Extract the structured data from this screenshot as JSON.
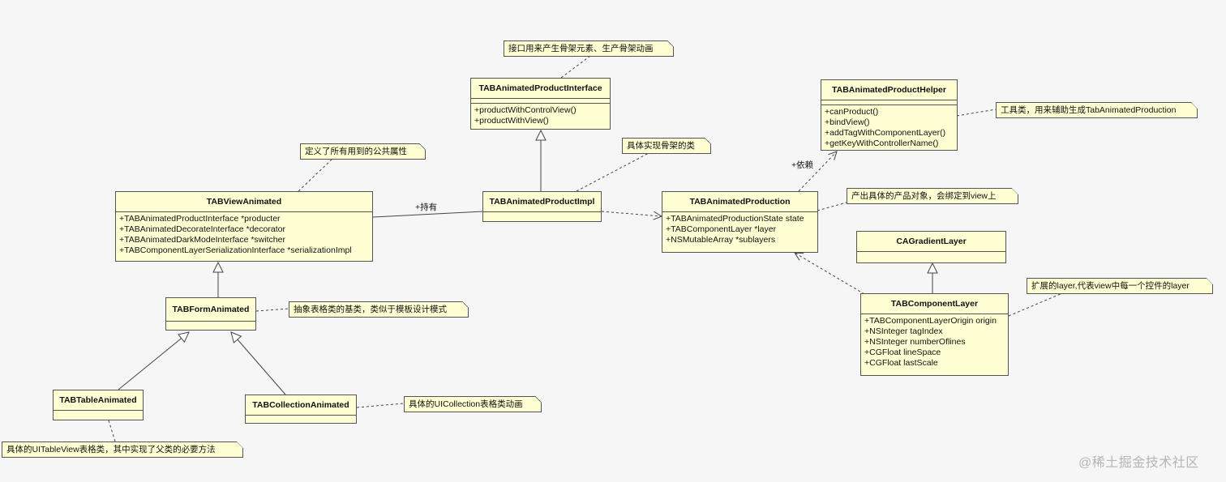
{
  "classes": {
    "TABViewAnimated": {
      "name": "TABViewAnimated",
      "attributes": [
        "+TABAnimatedProductInterface *producter",
        "+TABAnimatedDecorateInterface *decorator",
        "+TABAnimatedDarkModeInterface *switcher",
        "+TABComponentLayerSerializationInterface *serializationImpl"
      ]
    },
    "TABAnimatedProductInterface": {
      "name": "TABAnimatedProductInterface",
      "methods": [
        "+productWithControlView()",
        "+productWithView()"
      ]
    },
    "TABAnimatedProductImpl": {
      "name": "TABAnimatedProductImpl"
    },
    "TABAnimatedProductHelper": {
      "name": "TABAnimatedProductHelper",
      "methods": [
        "+canProduct()",
        "+bindView()",
        "+addTagWithComponentLayer()",
        "+getKeyWithControllerName()"
      ]
    },
    "TABAnimatedProduction": {
      "name": "TABAnimatedProduction",
      "attributes": [
        "+TABAnimatedProductionState state",
        "+TABComponentLayer *layer",
        "+NSMutableArray *sublayers"
      ]
    },
    "CAGradientLayer": {
      "name": "CAGradientLayer"
    },
    "TABComponentLayer": {
      "name": "TABComponentLayer",
      "attributes": [
        "+TABComponentLayerOrigin origin",
        "+NSInteger tagIndex",
        "+NSInteger numberOflines",
        "+CGFloat lineSpace",
        "+CGFloat lastScale"
      ]
    },
    "TABFormAnimated": {
      "name": "TABFormAnimated"
    },
    "TABTableAnimated": {
      "name": "TABTableAnimated"
    },
    "TABCollectionAnimated": {
      "name": "TABCollectionAnimated"
    }
  },
  "notes": {
    "interface_note": "接口用来产生骨架元素、生产骨架动画",
    "impl_note": "具体实现骨架的类",
    "viewanimated_note": "定义了所有用到的公共属性",
    "helper_note": "工具类，用来辅助生成TabAnimatedProduction",
    "production_note": "产出具体的产品对象，会绑定到view上",
    "layer_note": "扩展的layer,代表view中每一个控件的layer",
    "form_note": "抽象表格类的基类，类似于模板设计模式",
    "collection_note": "具体的UICollection表格类动画",
    "table_note": "具体的UITableView表格类，其中实现了父类的必要方法"
  },
  "labels": {
    "hold": "+持有",
    "depend": "+依赖"
  },
  "watermark": "@稀土掘金技术社区"
}
